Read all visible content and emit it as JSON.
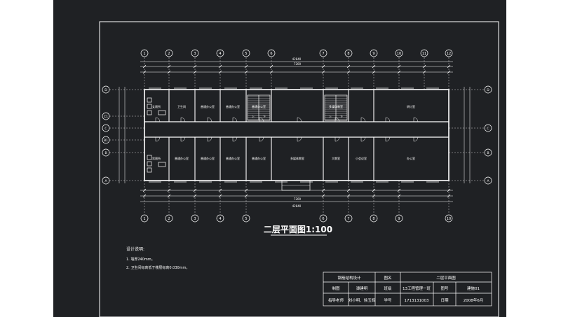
{
  "drawing": {
    "title": "二层平面图1:100",
    "notes_heading": "设计说明:",
    "notes": [
      "1. 墙厚240mm。",
      "2. 卫生间标高低于楼层标高0.030mm。"
    ],
    "axes_top": [
      "1",
      "2",
      "3",
      "4",
      "5",
      "6",
      "7",
      "8",
      "9",
      "10",
      "11",
      "12"
    ],
    "axes_bottom": [
      "1",
      "2",
      "3",
      "4",
      "5",
      "6",
      "7",
      "8",
      "9",
      "10"
    ],
    "axes_left": [
      "D",
      "C1",
      "C",
      "B1",
      "B",
      "A"
    ],
    "axes_right": [
      "D",
      "C",
      "B",
      "A"
    ],
    "overall_dim_top": "42840",
    "overall_dim_bottom": "42840",
    "mid_dim_top": "7200",
    "mid_dim_bottom": "7200",
    "rooms_upper": [
      "女厕所",
      "卫生间",
      "普通办公室",
      "普通办公室",
      "普通办公室",
      "",
      "多媒体教室",
      "",
      "",
      "研讨室"
    ],
    "rooms_lower": [
      "男厕所",
      "普通办公室",
      "普通办公室",
      "普通办公室",
      "普通办公室",
      "多媒体教室",
      "大教室",
      "小会议室",
      "办公室"
    ],
    "stair_labels": [
      "上",
      "下"
    ]
  },
  "title_block": {
    "project": "钢筋结构设计",
    "drawing_name_label": "图名",
    "drawing_name": "二层平面图",
    "r2": [
      "制图",
      "谭建明",
      "班级",
      "13工程管理一班",
      "图号",
      "建施01"
    ],
    "r3": [
      "指导老师",
      "刘小明、徐玉辉",
      "学号",
      "1713131003",
      "日期",
      "2008年6月"
    ]
  }
}
